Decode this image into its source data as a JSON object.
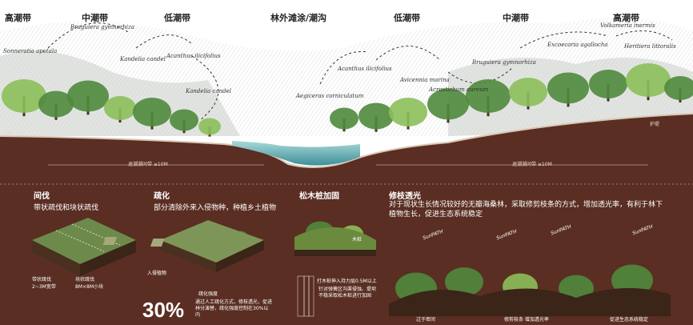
{
  "zones": [
    {
      "label": "高潮带"
    },
    {
      "label": "中潮带"
    },
    {
      "label": "低潮带"
    },
    {
      "label": "林外滩涂/潮沟"
    },
    {
      "label": "低潮带"
    },
    {
      "label": "中潮带"
    },
    {
      "label": "高潮带"
    }
  ],
  "species": [
    {
      "name": "Bruguiera gymnorhiza"
    },
    {
      "name": "Sonneratia apetala"
    },
    {
      "name": "Kandelia candel"
    },
    {
      "name": "Acanthus ilicifolius"
    },
    {
      "name": "Kandelia candel"
    },
    {
      "name": "Acanthus ilicifolius"
    },
    {
      "name": "Avicennia marina"
    },
    {
      "name": "Aegiceras corniculatum"
    },
    {
      "name": "Acrostichum aureum"
    },
    {
      "name": "Bruguiera gymnorhiza"
    },
    {
      "name": "Excoecaria agallocha"
    },
    {
      "name": "Volkameria inermis"
    },
    {
      "name": "Heritiera littoralis"
    }
  ],
  "distances": {
    "left": "退潮潮间带 ≥10M",
    "right": "退潮潮间带 ≥10M",
    "left_edge": "护堤",
    "right_edge": "护堤"
  },
  "sections": {
    "s1": {
      "title": "间伐",
      "desc": "带状疏伐和块状疏伐",
      "note1": "带状疏伐",
      "note2": "块状疏伐",
      "note3": "2~3M宽带",
      "note4": "8M×8M小块"
    },
    "s2": {
      "title": "疏化",
      "desc": "部分清除外来入侵物种，种植乡土植物",
      "note1": "入侵植物",
      "note2": "疏化强度",
      "note3": "通过人工疏化方式，修枝透光，促进林分演替，疏化强度控制在30%以内",
      "percent": "30%"
    },
    "s3": {
      "title": "松木桩加固",
      "desc": "",
      "note1": "木桩",
      "note2": "打木桩伸入持力层0.5M以上",
      "note3": "针对弹簧区沟渠侵蚀、堤坝不稳采取松木桩进行加固"
    },
    "s4": {
      "title": "修枝透光",
      "desc": "对于现状生长情况较好的无瓣海桑林，采取修剪枝条的方式，增加透光率，有利于林下植物生长，促进生态系统稳定",
      "path1": "SunPATH",
      "path2": "SunPATH",
      "path3": "SunPATH",
      "path4": "SunPATH",
      "cap1": "过于密闭",
      "cap2": "修剪枝条 增加透光率",
      "cap3": "促进生态系统稳定"
    }
  },
  "colors": {
    "soil": "#5a2e22",
    "soil_dark": "#3f1f17",
    "water": "#7fc4c8",
    "canopy": "#4f8a3c",
    "canopy_light": "#8cbf5a",
    "mist": "#c9ccc9"
  }
}
